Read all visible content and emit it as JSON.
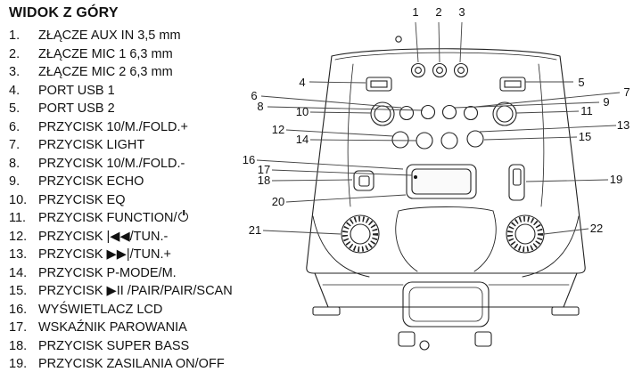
{
  "title": "WIDOK Z GÓRY",
  "legend": [
    {
      "num": "1.",
      "label": "ZŁĄCZE AUX IN 3,5 mm"
    },
    {
      "num": "2.",
      "label": "ZŁĄCZE MIC 1 6,3 mm"
    },
    {
      "num": "3.",
      "label": "ZŁĄCZE MIC 2 6,3 mm"
    },
    {
      "num": "4.",
      "label": "PORT USB 1"
    },
    {
      "num": "5.",
      "label": "PORT USB 2"
    },
    {
      "num": "6.",
      "label": "PRZYCISK 10/M./FOLD.+"
    },
    {
      "num": "7.",
      "label": "PRZYCISK LIGHT"
    },
    {
      "num": "8.",
      "label": "PRZYCISK 10/M./FOLD.-"
    },
    {
      "num": "9.",
      "label": "PRZYCISK ECHO"
    },
    {
      "num": "10.",
      "label": "PRZYCISK EQ"
    },
    {
      "num": "11.",
      "label": "PRZYCISK FUNCTION/",
      "icon": "power-icon"
    },
    {
      "num": "12.",
      "label": "PRZYCISK |◀◀/TUN.-"
    },
    {
      "num": "13.",
      "label": "PRZYCISK ▶▶|/TUN.+"
    },
    {
      "num": "14.",
      "label": "PRZYCISK P-MODE/M."
    },
    {
      "num": "15.",
      "label": "PRZYCISK ▶II /PAIR/PAIR/SCAN"
    },
    {
      "num": "16.",
      "label": "WYŚWIETLACZ LCD"
    },
    {
      "num": "17.",
      "label": "WSKAŹNIK PAROWANIA"
    },
    {
      "num": "18.",
      "label": "PRZYCISK SUPER BASS"
    },
    {
      "num": "19.",
      "label": "PRZYCISK ZASILANIA ON/OFF"
    }
  ],
  "diagram": {
    "callouts": [
      "1",
      "2",
      "3",
      "4",
      "5",
      "6",
      "7",
      "8",
      "9",
      "10",
      "11",
      "12",
      "13",
      "14",
      "15",
      "16",
      "17",
      "18",
      "19",
      "20",
      "21",
      "22"
    ]
  }
}
